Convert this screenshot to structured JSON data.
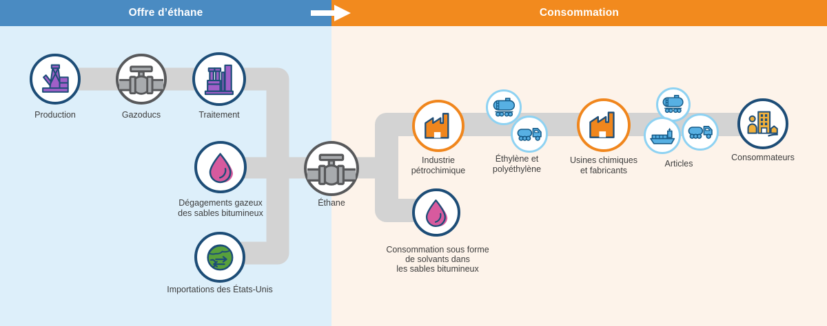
{
  "header": {
    "supply_label": "Offre d’éthane",
    "consumption_label": "Consommation",
    "arrow_icon": "right-arrow-icon"
  },
  "palette": {
    "header_blue": "#4a8bc2",
    "header_orange": "#f28a1e",
    "supply_bg": "#ddeffa",
    "consumption_bg": "#fdf3ea",
    "pipe_gray": "#d3d3d3",
    "circle_navy": "#1d4d77",
    "circle_gray": "#58595b",
    "circle_orange": "#f0861d",
    "circle_light_blue": "#8ed2f2",
    "icon_purple": "#a05fc8",
    "icon_pink": "#d75a9e",
    "icon_green": "#58a03c",
    "icon_blue": "#57b0e3",
    "icon_yellow": "#f0b03c",
    "label_text": "#3d3d3d"
  },
  "nodes": {
    "production": {
      "label": "Production",
      "icon": "oil-derrick-icon"
    },
    "gazoducs": {
      "label": "Gazoducs",
      "icon": "pipeline-valve-icon"
    },
    "traitement": {
      "label": "Traitement",
      "icon": "processing-plant-icon"
    },
    "degagements_gazeux": {
      "lines": [
        "Dégagements gazeux",
        "des sables bitumineux"
      ],
      "icon": "droplet-icon"
    },
    "importations": {
      "label": "Importations des États-Unis",
      "icon": "globe-arrows-icon"
    },
    "ethane": {
      "label": "Éthane",
      "icon": "pipeline-valve-icon"
    },
    "industrie_petrochimique": {
      "lines": [
        "Industrie",
        "pétrochimique"
      ],
      "icon": "factory-icon"
    },
    "ethylene_polyethylene": {
      "lines": [
        "Éthylène et",
        "polyéthylène"
      ],
      "icons": [
        "rail-tank-car-icon",
        "tank-truck-icon"
      ]
    },
    "usines_chimiques": {
      "lines": [
        "Usines chimiques",
        "et fabricants"
      ],
      "icon": "factory-icon"
    },
    "articles": {
      "label": "Articles",
      "icons": [
        "rail-tank-car-icon",
        "cargo-ship-icon",
        "tank-truck-icon"
      ]
    },
    "consommateurs": {
      "label": "Consommateurs",
      "icon": "consumers-city-icon"
    },
    "consommation_solvants": {
      "lines": [
        "Consommation sous forme",
        "de solvants dans",
        "les sables bitumineux"
      ],
      "icon": "droplet-icon"
    }
  }
}
